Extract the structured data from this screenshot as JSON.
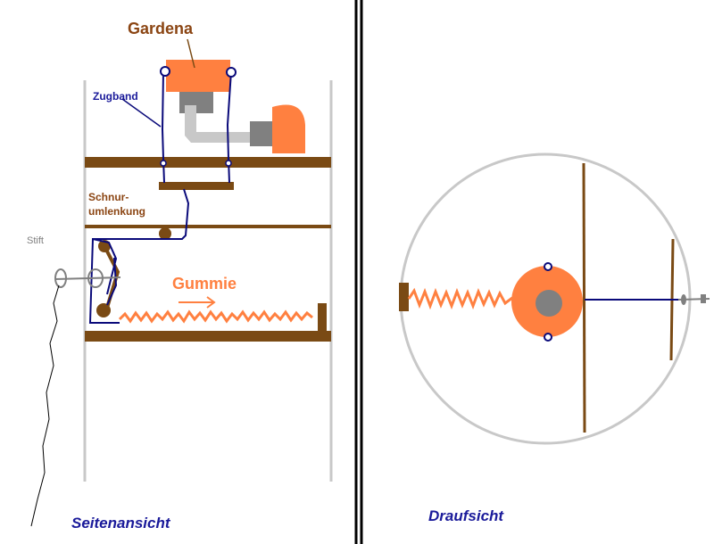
{
  "labels": {
    "gardena": "Gardena",
    "zugband": "Zugband",
    "schnur_line1": "Schnur-",
    "schnur_line2": "umlenkung",
    "stift": "Stift",
    "gummie": "Gummie",
    "seitenansicht": "Seitenansicht",
    "draufsicht": "Draufsicht"
  },
  "colors": {
    "wood": "#7a4a14",
    "orange": "#ff8040",
    "navy": "#0a0a7a",
    "gray": "#c8c8c8",
    "darkgray": "#808080",
    "label_brown": "#8b4513",
    "label_blue": "#1a1a9a"
  }
}
